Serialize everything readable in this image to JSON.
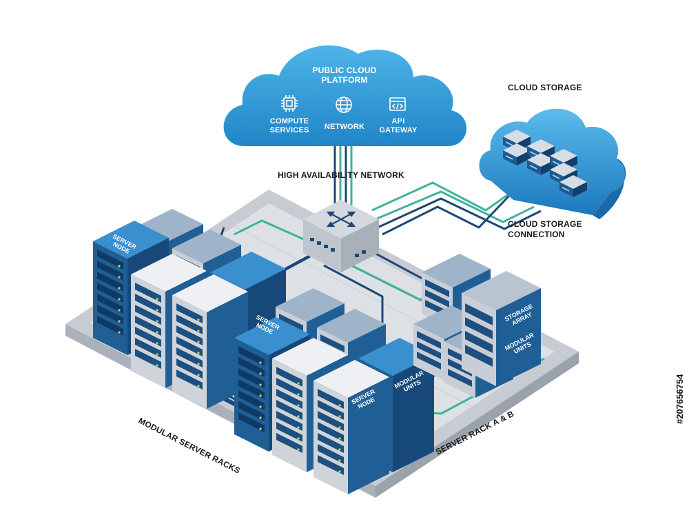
{
  "cloud": {
    "title_line1": "PUBLIC CLOUD",
    "title_line2": "PLATFORM",
    "services": [
      {
        "line1": "COMPUTE",
        "line2": "SERVICES",
        "icon": "cpu-chip-icon"
      },
      {
        "line1": "NETWORK",
        "line2": "",
        "icon": "globe-icon"
      },
      {
        "line1": "API",
        "line2": "GATEWAY",
        "icon": "code-window-icon"
      }
    ]
  },
  "labels": {
    "high_availability": "HIGH AVAILABILITY NETWORK",
    "cloud_storage": "CLOUD STORAGE",
    "cloud_storage_conn_line1": "CLOUD STORAGE",
    "cloud_storage_conn_line2": "CONNECTION",
    "modular_racks": "MODULAR SERVER RACKS",
    "rack_ab": "SERVER RACK A & B"
  },
  "rack_labels": {
    "server_node_a_1": "SERVER",
    "server_node_a_2": "NODE",
    "server_node_b_1": "SERVER",
    "server_node_b_2": "NODE",
    "server_node_c_1": "SERVER",
    "server_node_c_2": "NODE",
    "modular_units_1": "MODULAR",
    "modular_units_2": "UNITS",
    "storage_array_1": "STORAGE",
    "storage_array_2": "ARRAY",
    "modular_units_s1": "MODULAR",
    "modular_units_s2": "UNITS"
  },
  "watermark": {
    "stock_id": "#207656754"
  },
  "colors": {
    "cloud_blue": "#2f9ad6",
    "rack_dark": "#1f5f96",
    "rack_light": "#d9dde3",
    "cable_navy": "#1d4776",
    "cable_teal": "#3fb39a",
    "floor": "#d6d9de"
  }
}
